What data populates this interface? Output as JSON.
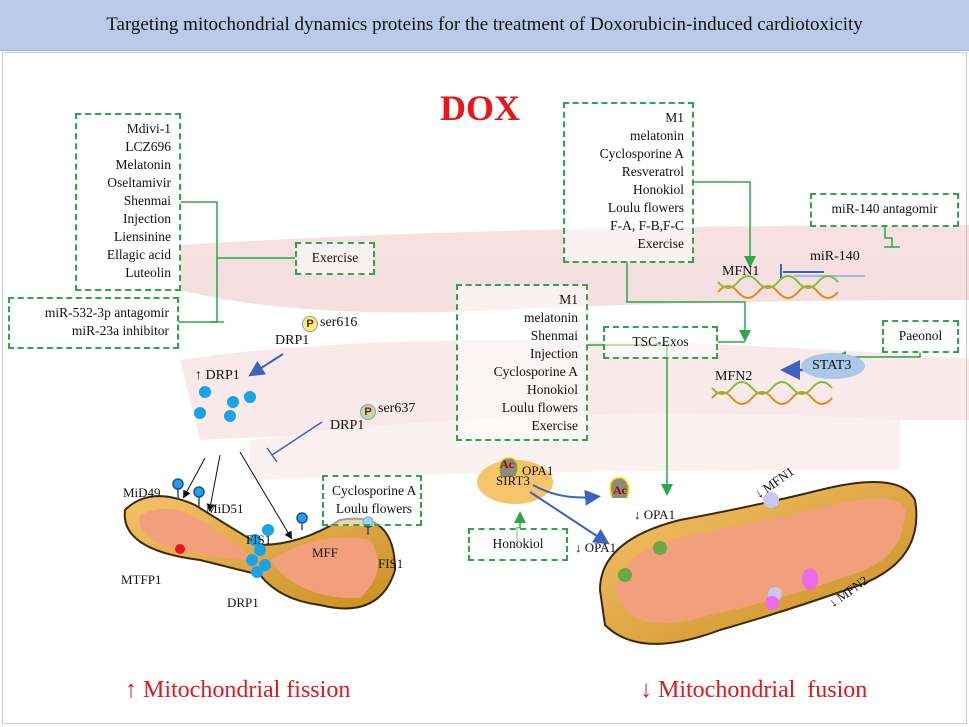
{
  "title": "Targeting mitochondrial dynamics proteins for the treatment of Doxorubicin-induced cardiotoxicity",
  "dox_label": "DOX",
  "fission": {
    "drp1_inhibitors": [
      "Mdivi-1",
      "LCZ696",
      "Melatonin",
      "Oseltamivir",
      "Shenmai",
      "Injection",
      "Liensinine",
      "Ellagic acid",
      "Luteolin"
    ],
    "exercise": "Exercise",
    "mirna_box": [
      "miR-532-3p antagomir",
      "miR-23a inhibitor"
    ],
    "ser616": "ser616",
    "ser637": "ser637",
    "phospho": "P",
    "drp1": "DRP1",
    "drp1_up": "↑ DRP1",
    "mid49": "MiD49",
    "mid51": "MiD51",
    "fis1": "FIS1",
    "mff": "MFF",
    "mtfp1": "MTFP1",
    "cyclosporine_box": [
      "Cyclosporine A",
      "Loulu flowers"
    ],
    "footer": "↑ Mitochondrial fission"
  },
  "fusion": {
    "mfn1_activators": [
      "M1",
      "melatonin",
      "Cyclosporine A",
      "Resveratrol",
      "Honokiol",
      "Loulu flowers",
      "F-A, F-B,F-C",
      "Exercise"
    ],
    "opa1_activators": [
      "M1",
      "melatonin",
      "Shenmai",
      "Injection",
      "Cyclosporine A",
      "Honokiol",
      "Loulu flowers",
      "Exercise"
    ],
    "tsc_exos": "TSC-Exos",
    "mir140_antagomir": "miR-140 antagomir",
    "mir140": "miR-140",
    "mfn1": "MFN1",
    "mfn2": "MFN2",
    "paeonol": "Paeonol",
    "stat3": "STAT3",
    "ac": "Ac",
    "opa1": "OPA1",
    "opa1_down": "↓ OPA1",
    "mfn1_down": "↓ MFN1",
    "mfn2_down": "↓ MFN2",
    "sirt3": "SIRT3",
    "honokiol": "Honokiol",
    "footer": "↓ Mitochondrial  fusion"
  },
  "colors": {
    "green": "#2aa84a",
    "blue": "#3a63c4",
    "red": "#e8161b",
    "title_bg": "#b9cbe8"
  }
}
